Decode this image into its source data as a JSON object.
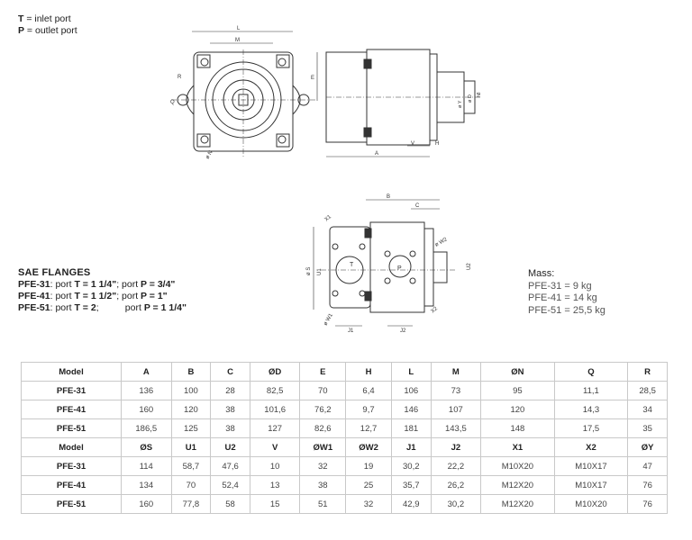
{
  "legend": {
    "t_letter": "T",
    "t_text": " = inlet port",
    "p_letter": "P",
    "p_text": " = outlet port"
  },
  "labels": {
    "L": "L",
    "M": "M",
    "R": "R",
    "Q": "Q",
    "N": "ø N",
    "E": "E",
    "Y": "ø Y",
    "D": "ø D",
    "h8": "h8",
    "A": "A",
    "V": "V",
    "H": "H",
    "B": "B",
    "C": "C",
    "X1": "X1",
    "S": "ø S",
    "U1": "U1",
    "T": "T",
    "W2": "ø W2",
    "P": "P",
    "U2": "U2",
    "X2": "X2",
    "W1": "ø W1",
    "J1": "J1",
    "J2": "J2"
  },
  "flanges": {
    "heading": "SAE FLANGES",
    "rows": [
      {
        "model": "PFE-31",
        "a": ": port ",
        "t": "T = 1 1/4\"",
        "sep": "; port ",
        "p": "P = 3/4\""
      },
      {
        "model": "PFE-41",
        "a": ": port ",
        "t": "T = 1 1/2\"",
        "sep": "; port ",
        "p": "P = 1\""
      },
      {
        "model": "PFE-51",
        "a": ": port ",
        "t": "T = 2",
        "sep": ";          port ",
        "p": "P = 1 1/4\""
      }
    ]
  },
  "mass": {
    "heading": "Mass",
    "colon": ":",
    "lines": [
      "PFE-31 = 9 kg",
      "PFE-41 = 14 kg",
      "PFE-51 = 25,5 kg"
    ]
  },
  "table": {
    "header1": [
      "Model",
      "A",
      "B",
      "C",
      "ØD",
      "E",
      "H",
      "L",
      "M",
      "ØN",
      "Q",
      "R"
    ],
    "rows1": [
      [
        "PFE-31",
        "136",
        "100",
        "28",
        "82,5",
        "70",
        "6,4",
        "106",
        "73",
        "95",
        "11,1",
        "28,5"
      ],
      [
        "PFE-41",
        "160",
        "120",
        "38",
        "101,6",
        "76,2",
        "9,7",
        "146",
        "107",
        "120",
        "14,3",
        "34"
      ],
      [
        "PFE-51",
        "186,5",
        "125",
        "38",
        "127",
        "82,6",
        "12,7",
        "181",
        "143,5",
        "148",
        "17,5",
        "35"
      ]
    ],
    "header2": [
      "Model",
      "ØS",
      "U1",
      "U2",
      "V",
      "ØW1",
      "ØW2",
      "J1",
      "J2",
      "X1",
      "X2",
      "ØY"
    ],
    "rows2": [
      [
        "PFE-31",
        "114",
        "58,7",
        "47,6",
        "10",
        "32",
        "19",
        "30,2",
        "22,2",
        "M10X20",
        "M10X17",
        "47"
      ],
      [
        "PFE-41",
        "134",
        "70",
        "52,4",
        "13",
        "38",
        "25",
        "35,7",
        "26,2",
        "M12X20",
        "M10X17",
        "76"
      ],
      [
        "PFE-51",
        "160",
        "77,8",
        "58",
        "15",
        "51",
        "32",
        "42,9",
        "30,2",
        "M12X20",
        "M10X20",
        "76"
      ]
    ]
  }
}
